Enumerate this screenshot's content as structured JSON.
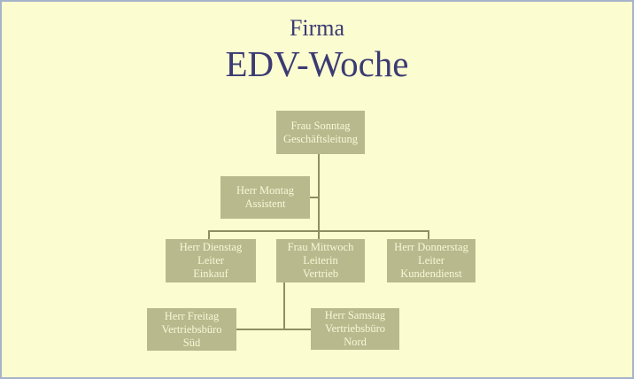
{
  "page": {
    "background": "#fbfcd0",
    "frame_color": "#a7b3ca"
  },
  "header": {
    "company_label": "Firma",
    "company_name": "EDV-Woche",
    "title_color": "#3b3b73"
  },
  "org_chart": {
    "box_fill": "#b8b98c",
    "box_text_color": "#f7f8d8",
    "line_color": "#8e8f63",
    "nodes": [
      {
        "id": "sonntag",
        "lines": [
          "Frau Sonntag",
          "Geschäftsleitung"
        ]
      },
      {
        "id": "montag",
        "lines": [
          "Herr Montag",
          "Assistent"
        ]
      },
      {
        "id": "dienstag",
        "lines": [
          "Herr Dienstag",
          "Leiter",
          "Einkauf"
        ]
      },
      {
        "id": "mittwoch",
        "lines": [
          "Frau Mittwoch",
          "Leiterin",
          "Vertrieb"
        ]
      },
      {
        "id": "donnerstag",
        "lines": [
          "Herr Donnerstag",
          "Leiter",
          "Kundendienst"
        ]
      },
      {
        "id": "freitag",
        "lines": [
          "Herr Freitag",
          "Vertriebsbüro",
          "Süd"
        ]
      },
      {
        "id": "samstag",
        "lines": [
          "Herr Samstag",
          "Vertriebsbüro",
          "Nord"
        ]
      }
    ],
    "edges": [
      {
        "from": "Frau Sonntag",
        "to": "Herr Montag",
        "type": "assistant-side-link"
      },
      {
        "from": "Frau Sonntag",
        "to": "Herr Dienstag",
        "type": "subordinate"
      },
      {
        "from": "Frau Sonntag",
        "to": "Frau Mittwoch",
        "type": "subordinate"
      },
      {
        "from": "Frau Sonntag",
        "to": "Herr Donnerstag",
        "type": "subordinate"
      },
      {
        "from": "Frau Mittwoch",
        "to": "Herr Freitag",
        "type": "subordinate"
      },
      {
        "from": "Frau Mittwoch",
        "to": "Herr Samstag",
        "type": "subordinate"
      }
    ]
  }
}
